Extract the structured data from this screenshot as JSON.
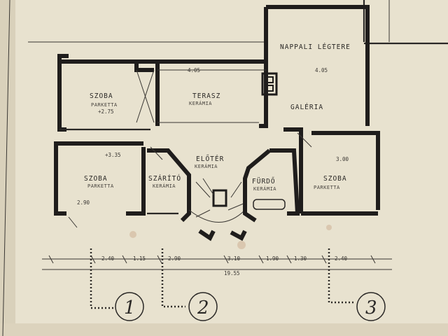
{
  "colors": {
    "paper": "#e8e2cf",
    "ink": "#1f1d1c",
    "stain": "#d0b69a"
  },
  "rooms": {
    "szoba_top_left": {
      "name": "SZOBA",
      "floor": "PARKETTA"
    },
    "terasz": {
      "name": "TERASZ",
      "floor": "KERÁMIA"
    },
    "nappali": {
      "name": "NAPPALI LÉGTERE"
    },
    "galeria": {
      "name": "GALÉRIA"
    },
    "szoba_bottom_left": {
      "name": "SZOBA",
      "floor": "PARKETTA"
    },
    "szarito": {
      "name": "SZÁRÍTÓ",
      "floor": "KERÁMIA"
    },
    "eloter": {
      "name": "ELŐTÉR",
      "floor": "KERÁMIA"
    },
    "furdo": {
      "name": "FÜRDŐ",
      "floor": "KERÁMIA"
    },
    "szoba_right": {
      "name": "SZOBA",
      "floor": "PARKETTA"
    }
  },
  "dimensions": {
    "d1": "4.05",
    "d2": "4.05",
    "d3": "+2.75",
    "d4": "+3.35",
    "d5": "2.40",
    "d6": "1.15",
    "d7": "2.90",
    "d8": "3.10",
    "d9": "1.90",
    "d10": "1.30",
    "d11": "2.40",
    "d12": "19.55",
    "d13": "3.00",
    "d14": "2.90"
  },
  "axes": [
    "1",
    "2",
    "3"
  ]
}
